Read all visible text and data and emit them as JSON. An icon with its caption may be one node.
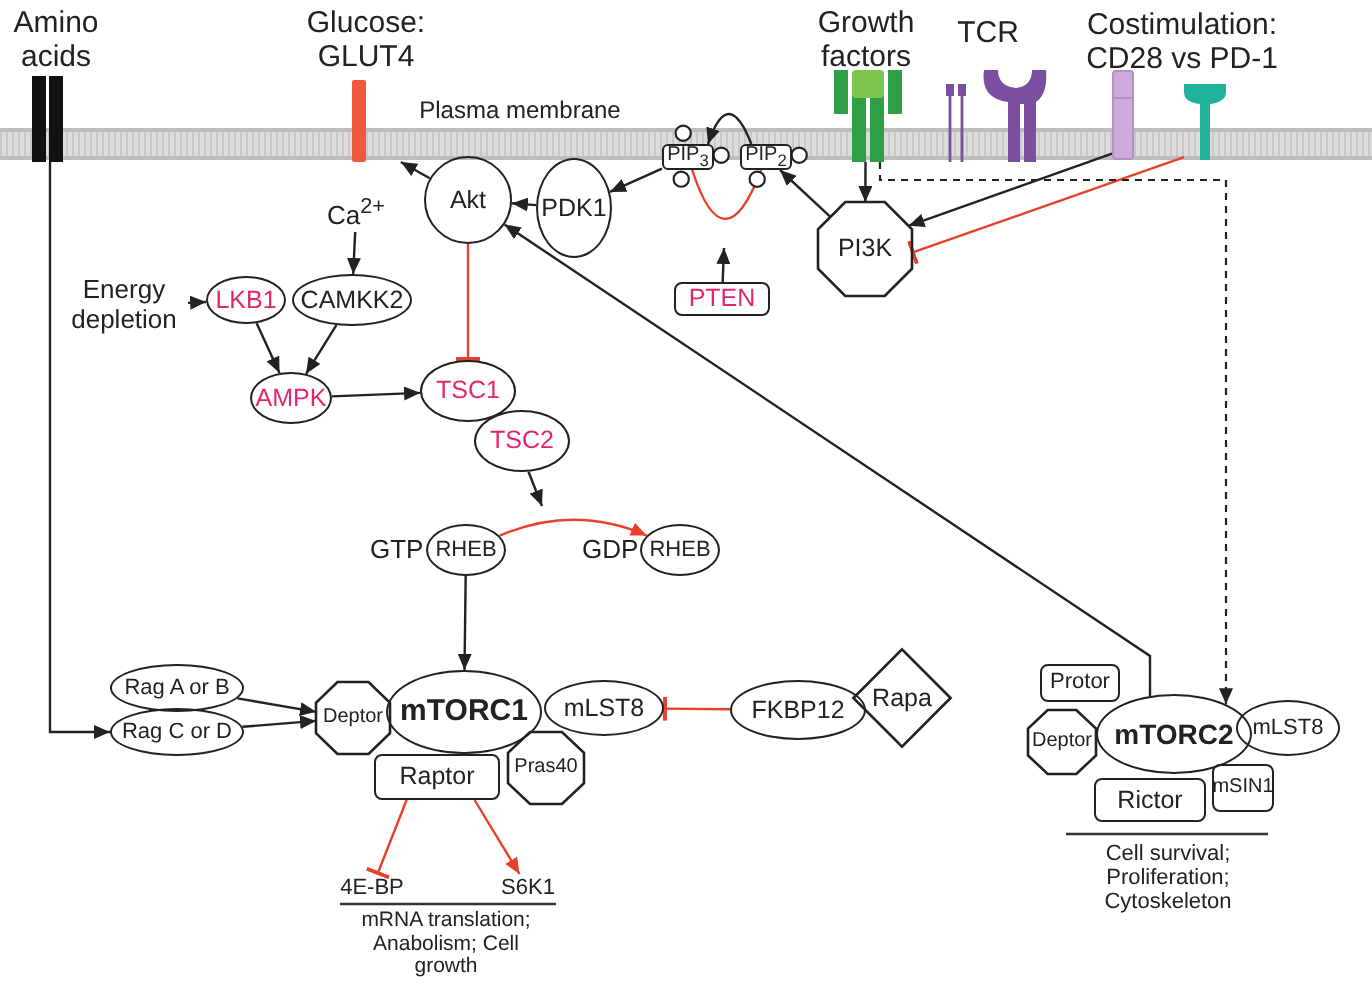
{
  "diagram": {
    "nodes": [
      {
        "text": [
          "Amino acids"
        ]
      },
      {
        "text": [
          "Glucose: GLUT4"
        ]
      },
      {
        "text": [
          "Growth factors"
        ]
      },
      {
        "text": [
          "TCR"
        ]
      },
      {
        "text": [
          "Costimulation: CD28 vs PD-1"
        ]
      },
      {
        "text": [],
        "shape": "bar"
      },
      {
        "text": [],
        "shape": "bar"
      },
      {
        "text": [
          "Akt"
        ]
      },
      {
        "text": [
          "PDK1"
        ]
      },
      {
        "text": [
          "PIP$_{3}$"
        ]
      },
      {
        "text": [
          "PIP$_{2}$"
        ]
      },
      {
        "text": [
          "PTEN"
        ]
      },
      {
        "text": [
          "PI3K"
        ]
      },
      {
        "text": [
          "Ca$^{2+}$"
        ]
      },
      {
        "text": [
          "Energy depletion"
        ]
      },
      {
        "text": [
          "LKB1"
        ]
      },
      {
        "text": [
          "CAMKK2"
        ]
      },
      {
        "text": [
          "AMPK"
        ]
      },
      {
        "text": [
          "TSC1"
        ]
      },
      {
        "text": [
          "TSC2"
        ]
      },
      {
        "text": [
          "RHEB"
        ],
        "beside": [
          "GTP"
        ]
      },
      {
        "text": [
          "RHEB"
        ],
        "beside": [
          "GDP"
        ]
      },
      {
        "text": [
          "Rag A or B"
        ]
      },
      {
        "text": [
          "Rag C or D"
        ]
      },
      {
        "text": [
          "mTORC1"
        ]
      },
      {
        "text": [
          "Deptor"
        ]
      },
      {
        "text": [
          "mLST8"
        ]
      },
      {
        "text": [
          "Raptor"
        ]
      },
      {
        "text": [
          "Pras40"
        ]
      },
      {
        "text": [
          "4E-BP"
        ]
      },
      {
        "text": [
          "S6K1"
        ]
      },
      {
        "text": [
          "FKBP12"
        ]
      },
      {
        "text": [
          "Rapa"
        ]
      },
      {
        "text": [
          "mTORC2"
        ]
      },
      {
        "text": [
          "Protor"
        ]
      },
      {
        "text": [
          "Deptor"
        ]
      },
      {
        "text": [
          "mLST8"
        ]
      },
      {
        "text": [
          "Rictor"
        ]
      },
      {
        "text": [
          "mSIN1"
        ]
      }
    ],
    "edges": [
      {
        "from": 0,
        "to": 23,
        "arrow": "to"
      },
      {
        "from": 7,
        "to": 1,
        "arrow": "to"
      },
      {
        "from": 8,
        "to": 7,
        "arrow": "to"
      },
      {
        "from": 9,
        "to": 8,
        "arrow": "to"
      },
      {
        "from": 10,
        "to": 9,
        "arrow": "to"
      },
      {
        "from": 9,
        "to": 10,
        "arrow": "to",
        "color": "#e8402a"
      },
      {
        "from": 11,
        "to": null,
        "arrow": "to"
      },
      {
        "from": 12,
        "to": 10,
        "arrow": "to"
      },
      {
        "from": 2,
        "to": 12,
        "arrow": "to"
      },
      {
        "from": 5,
        "to": 12,
        "arrow": "to"
      },
      {
        "from": 6,
        "to": 12,
        "arrow": "other",
        "color": "#e8402a"
      },
      {
        "from": 2,
        "to": 33,
        "arrow": "to",
        "style": "dashed"
      },
      {
        "from": 33,
        "to": 7,
        "arrow": "to"
      },
      {
        "from": 7,
        "to": 18,
        "arrow": "other",
        "color": "#e8402a"
      },
      {
        "from": 17,
        "to": 18,
        "arrow": "to"
      },
      {
        "from": 14,
        "to": 15,
        "arrow": "to"
      },
      {
        "from": 13,
        "to": 16,
        "arrow": "to"
      },
      {
        "from": 15,
        "to": 17,
        "arrow": "to"
      },
      {
        "from": 16,
        "to": 17,
        "arrow": "to"
      },
      {
        "from": 19,
        "to": null,
        "arrow": "to"
      },
      {
        "from": 20,
        "to": 21,
        "arrow": "to",
        "color": "#e8402a"
      },
      {
        "from": 20,
        "to": 24,
        "arrow": "to"
      },
      {
        "from": 22,
        "to": 25,
        "arrow": "to"
      },
      {
        "from": 23,
        "to": 25,
        "arrow": "to"
      },
      {
        "from": 31,
        "to": 26,
        "arrow": "other",
        "color": "#e8402a"
      },
      {
        "from": 27,
        "to": 29,
        "arrow": "other",
        "color": "#e8402a"
      },
      {
        "from": 27,
        "to": 30,
        "arrow": "to",
        "color": "#e8402a"
      }
    ],
    "labels": [
      "Plasma membrane",
      "mRNA translation; Anabolism; Cell growth",
      "Cell survival; Proliferation; Cytoskeleton"
    ]
  }
}
